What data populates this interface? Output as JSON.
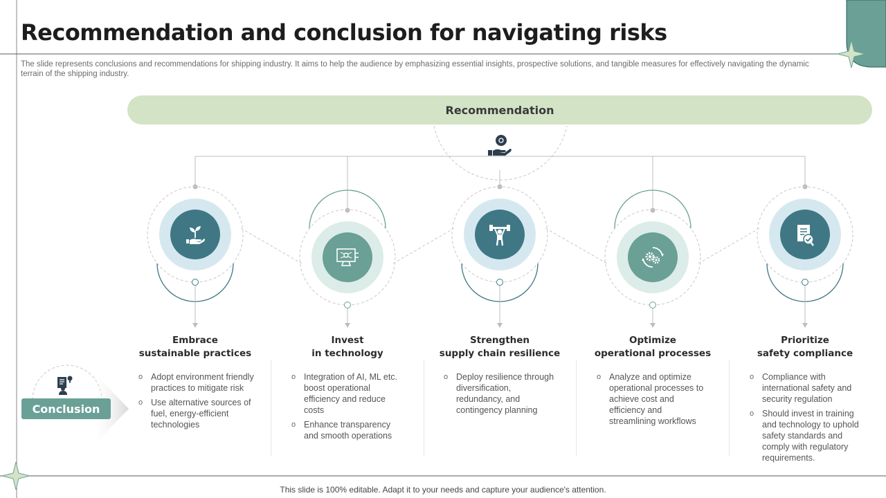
{
  "slide": {
    "title": "Recommendation and conclusion for navigating risks",
    "subtitle": "The slide represents conclusions and recommendations for shipping industry. It aims to help the audience by emphasizing essential insights, prospective solutions, and tangible measures for effectively navigating the dynamic terrain of the shipping industry.",
    "footer": "This slide is 100% editable. Adapt it to your needs and capture your audience's attention."
  },
  "recommendation": {
    "label": "Recommendation",
    "icon": "hand-money-icon"
  },
  "conclusion": {
    "label": "Conclusion",
    "icon": "report-idea-icon"
  },
  "colors": {
    "dark_teal": "#3f7785",
    "mid_teal": "#6aa096",
    "light_blue": "#d6e8ef",
    "light_green": "#dcece8",
    "bar_green": "#d3e3c6",
    "accent": "#6aa096"
  },
  "items": [
    {
      "heading_1": "Embrace",
      "heading_2": "sustainable practices",
      "icon": "plant-in-hand-icon",
      "bullets": [
        "Adopt environment friendly practices to mitigate risk",
        "Use alternative sources of fuel, energy-efficient technologies"
      ]
    },
    {
      "heading_1": "Invest",
      "heading_2": "in technology",
      "icon": "monitor-network-icon",
      "bullets": [
        "Integration of AI, ML etc. boost operational efficiency and reduce costs",
        "Enhance transparency and smooth operations"
      ]
    },
    {
      "heading_1": "Strengthen",
      "heading_2": "supply chain resilience",
      "icon": "weightlifter-icon",
      "bullets": [
        "Deploy resilience through diversification, redundancy,  and contingency planning"
      ]
    },
    {
      "heading_1": "Optimize",
      "heading_2": "operational processes",
      "icon": "gears-cycle-icon",
      "bullets": [
        "Analyze and optimize operational processes to achieve cost and efficiency and streamlining workflows"
      ]
    },
    {
      "heading_1": "Prioritize",
      "heading_2": "safety compliance",
      "icon": "checklist-document-icon",
      "bullets": [
        "Compliance with international safety and security regulation",
        "Should invest in training and technology to uphold safety standards and comply with regulatory requirements."
      ]
    }
  ]
}
